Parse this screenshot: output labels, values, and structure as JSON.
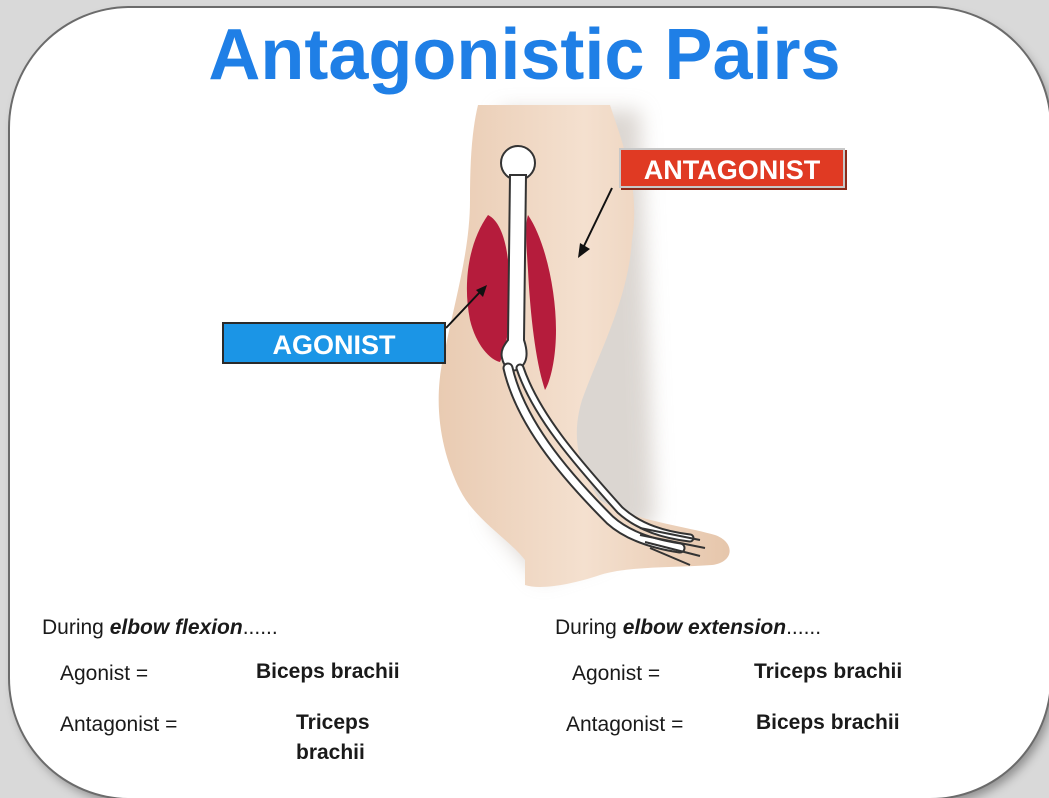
{
  "slide": {
    "title": "Antagonistic Pairs",
    "labels": {
      "antagonist": "ANTAGONIST",
      "agonist": "AGONIST"
    },
    "colors": {
      "title": "#1f7fe6",
      "antagonist_label": "#e03a23",
      "agonist_label": "#1b95e6",
      "muscle": "#b51c3c",
      "skin": "#f2dcc8"
    },
    "flexion": {
      "prefix": "During ",
      "movement": "elbow flexion",
      "suffix": "......",
      "agonist_label": "Agonist =",
      "agonist_value": "Biceps brachii",
      "antagonist_label": "Antagonist =",
      "antagonist_value": "Triceps brachii"
    },
    "extension": {
      "prefix": "During ",
      "movement": "elbow extension",
      "suffix": "......",
      "agonist_label": "Agonist =",
      "agonist_value": "Triceps brachii",
      "antagonist_label": "Antagonist =",
      "antagonist_value": "Biceps brachii"
    }
  }
}
